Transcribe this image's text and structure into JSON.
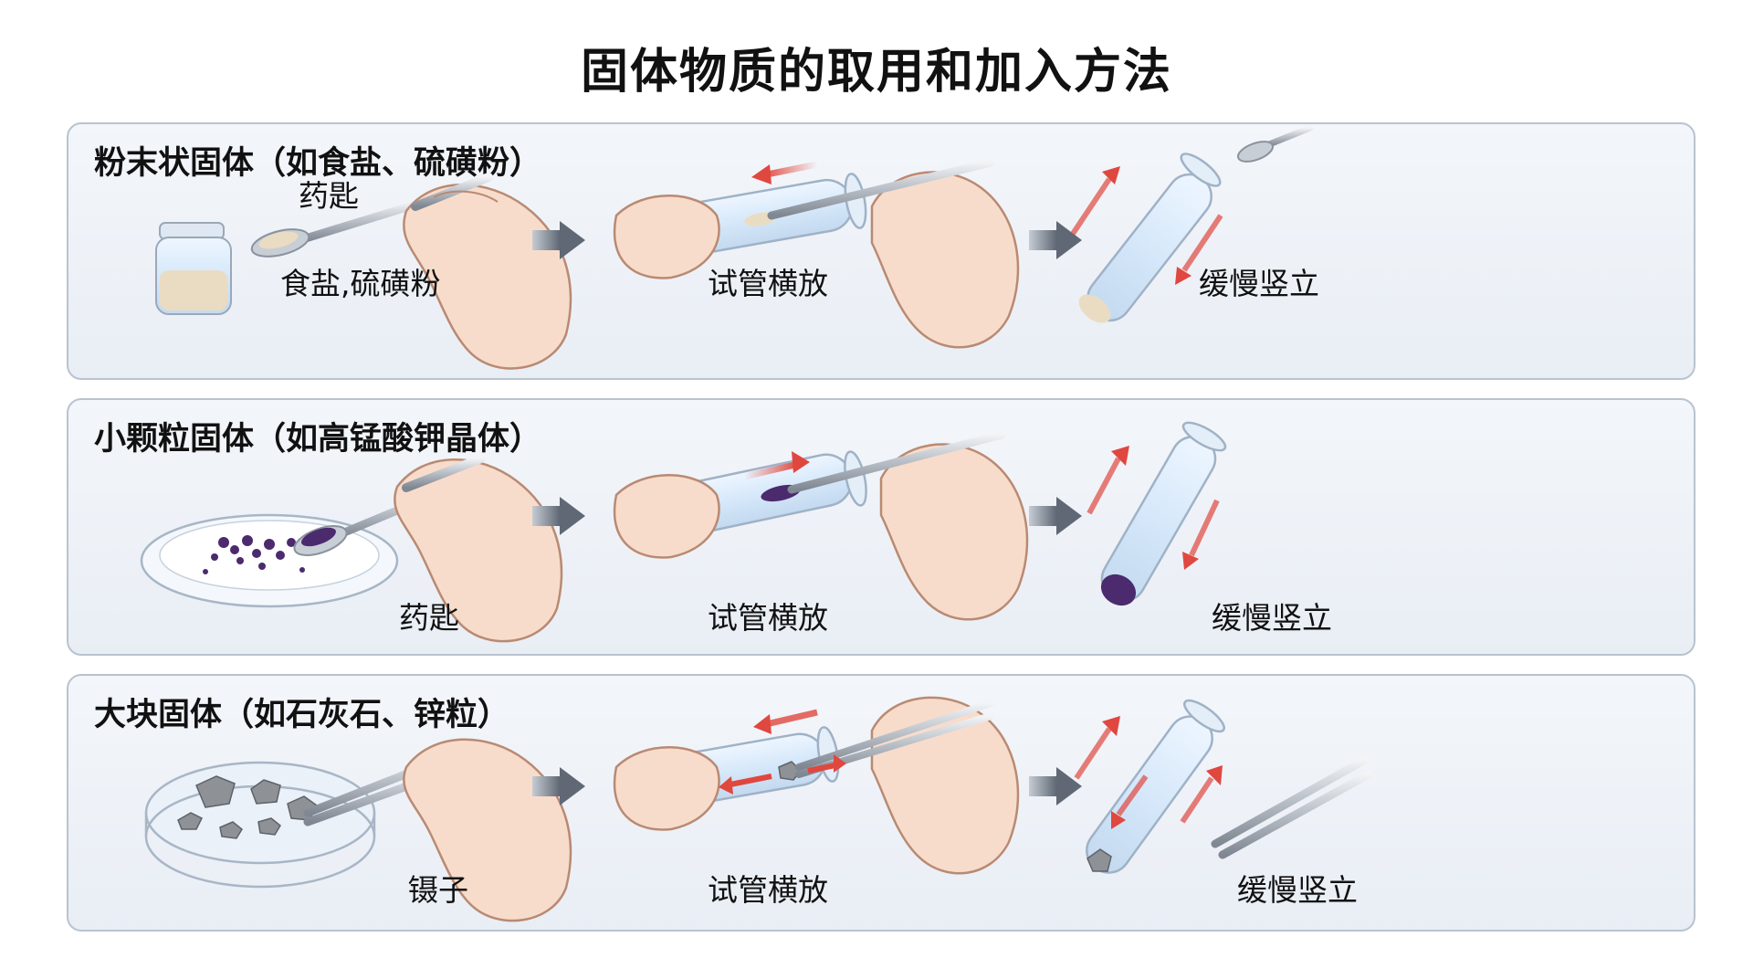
{
  "title": "固体物质的取用和加入方法",
  "panels": [
    {
      "heading": "粉末状固体（如食盐、硫磺粉）",
      "tool_label": "药匙",
      "material_label": "食盐,硫磺粉",
      "step2_label": "试管横放",
      "step3_label": "缓慢竖立"
    },
    {
      "heading": "小颗粒固体（如高锰酸钾晶体）",
      "tool_label": "药匙",
      "step2_label": "试管横放",
      "step3_label": "缓慢竖立"
    },
    {
      "heading": "大块固体（如石灰石、锌粒）",
      "tool_label": "镊子",
      "step2_label": "试管横放",
      "step3_label": "缓慢竖立"
    }
  ],
  "colors": {
    "arrow_red": "#e0473e",
    "step_arrow": "#6b7480",
    "powder": "#eadcc2",
    "crystal": "#4b2a6e",
    "rock": "#8e9196",
    "skin": "#f8dccb"
  },
  "icons": [
    "jar-icon",
    "spoon-icon",
    "hand-icon",
    "test-tube-icon",
    "dish-icon",
    "tweezers-icon",
    "arrow-right-icon"
  ]
}
